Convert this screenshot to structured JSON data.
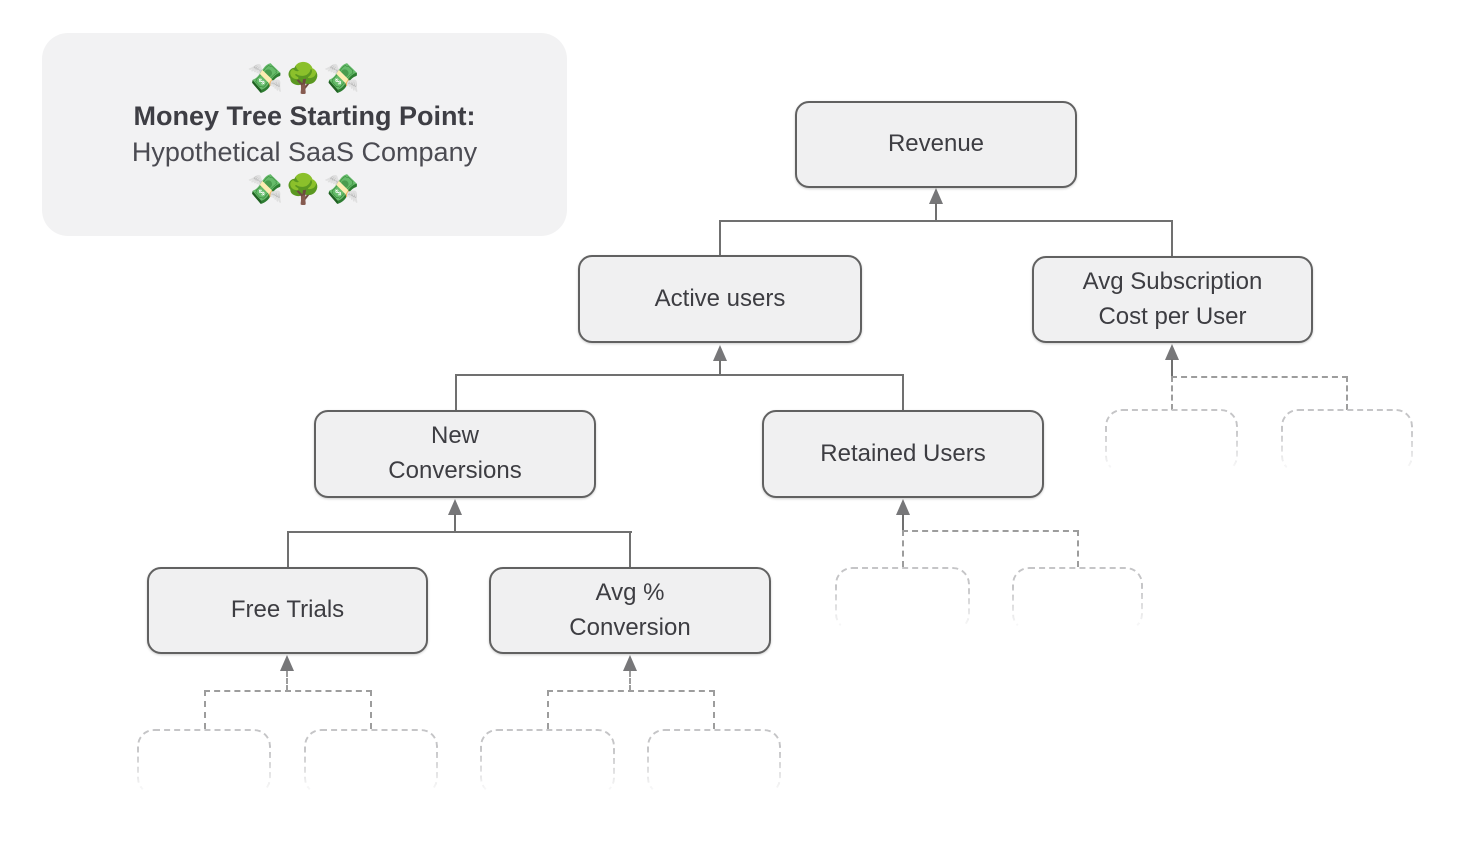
{
  "header_card": {
    "emoji_row_top": "💸🌳💸",
    "title": "Money Tree Starting Point:",
    "subtitle": "Hypothetical SaaS Company",
    "emoji_row_bottom": "💸🌳💸"
  },
  "nodes": {
    "revenue": "Revenue",
    "active_users": "Active users",
    "avg_subscription": "Avg Subscription\nCost per User",
    "new_conversions": "New\nConversions",
    "retained_users": "Retained Users",
    "free_trials": "Free Trials",
    "avg_conversion": "Avg %\nConversion"
  },
  "tree": {
    "label": "Revenue",
    "children": [
      {
        "label": "Active users",
        "children": [
          {
            "label": "New Conversions",
            "children": [
              {
                "label": "Free Trials",
                "children": [
                  {
                    "placeholder": true
                  },
                  {
                    "placeholder": true
                  }
                ]
              },
              {
                "label": "Avg % Conversion",
                "children": [
                  {
                    "placeholder": true
                  },
                  {
                    "placeholder": true
                  }
                ]
              }
            ]
          },
          {
            "label": "Retained Users",
            "children": [
              {
                "placeholder": true
              },
              {
                "placeholder": true
              }
            ]
          }
        ]
      },
      {
        "label": "Avg Subscription Cost per User",
        "children": [
          {
            "placeholder": true
          },
          {
            "placeholder": true
          }
        ]
      }
    ]
  },
  "colors": {
    "background": "#ffffff",
    "card_background": "#f2f2f3",
    "node_fill": "#f0f0f1",
    "node_border": "#616161",
    "node_text": "#3d3d42",
    "solid_connector": "#707070",
    "dashed_connector": "#9d9d9d",
    "placeholder_border": "#c5c5c7",
    "arrow": "#777779"
  }
}
